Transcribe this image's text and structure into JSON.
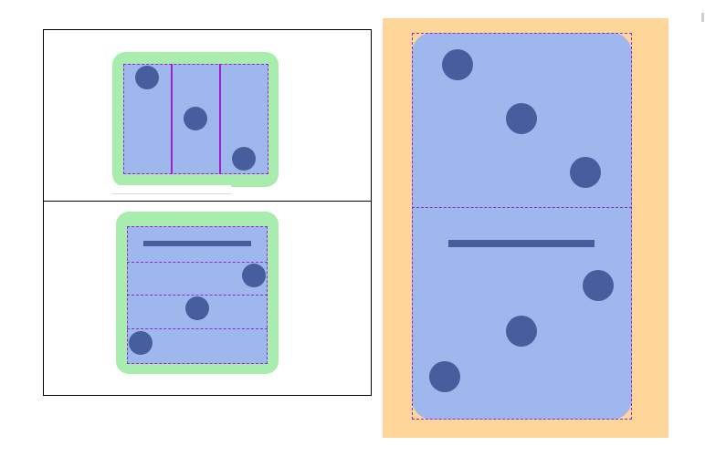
{
  "scene": {
    "left_panel": {
      "top_domino": {
        "orientation": "horizontal",
        "pips_left": 1,
        "pips_middle": 1,
        "pips_right": 1
      },
      "bottom_domino": {
        "orientation": "vertical",
        "rows": [
          "bar",
          1,
          1,
          1
        ]
      }
    },
    "right_panel": {
      "domino": {
        "top_half_pips": 3,
        "bottom_half": [
          "bar",
          3
        ]
      }
    }
  },
  "colors": {
    "border": "#000000",
    "green": "#a8ecae",
    "tile_blue": "#9eb8ee",
    "pip": "#465e9e",
    "dash": "#a020d0",
    "orange_panel": "#ffd699"
  },
  "icons": {
    "pip": "circle-icon",
    "divider": "bar-icon"
  }
}
